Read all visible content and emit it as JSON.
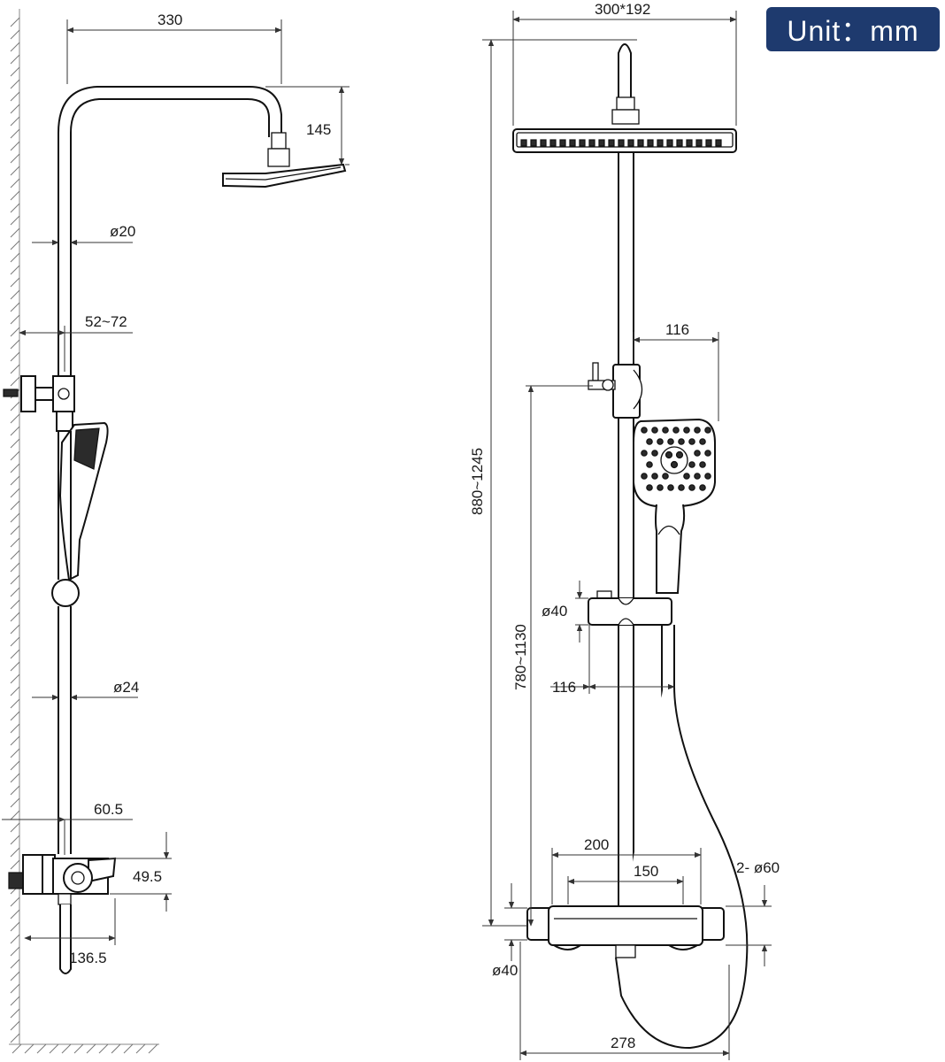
{
  "unit_badge": "Unit：mm",
  "side_view": {
    "dims": {
      "top_width": "330",
      "head_drop": "145",
      "upper_pipe_dia": "ø20",
      "wall_distance": "52~72",
      "lower_pipe_dia": "ø24",
      "valve_offset": "60.5",
      "valve_height": "49.5",
      "valve_depth": "136.5"
    }
  },
  "front_view": {
    "dims": {
      "head_size": "300*192",
      "total_height": "880~1245",
      "bracket_width": "116",
      "holder_height": "780~1130",
      "holder_dia": "ø40",
      "holder_offset": "116",
      "valve_width": "200",
      "inlet_spacing": "150",
      "inlet_dia": "2- ø60",
      "valve_dia": "ø40",
      "valve_length": "278"
    }
  }
}
